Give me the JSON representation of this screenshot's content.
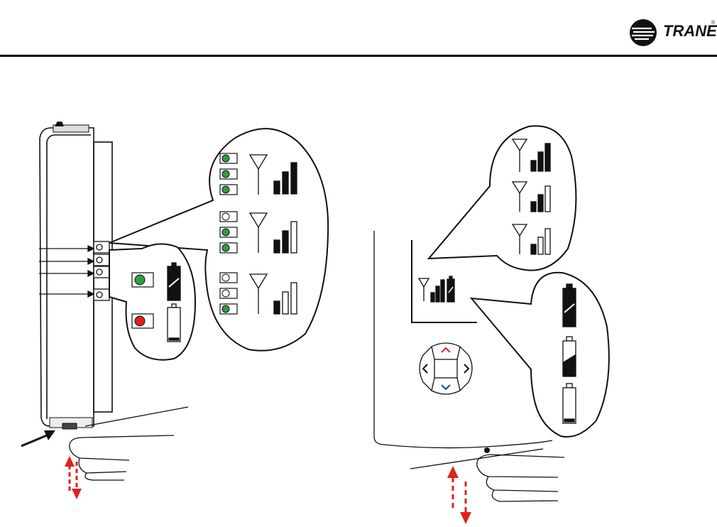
{
  "header": {
    "brand": "TRANE",
    "registered_mark": "®"
  },
  "figure": {
    "left_panel": {
      "signal_indicator_rows": [
        {
          "lit_leds": 3,
          "signal_bars": 3
        },
        {
          "lit_leds": 2,
          "signal_bars": 2
        },
        {
          "lit_leds": 1,
          "signal_bars": 1
        }
      ],
      "battery_indicators": [
        {
          "led_color": "#2e9e3e",
          "battery": "good"
        },
        {
          "led_color": "#e02020",
          "battery": "low"
        }
      ]
    },
    "right_panel": {
      "display_signal_levels": [
        3,
        2,
        1
      ],
      "display_battery_levels": [
        "full",
        "half",
        "low"
      ]
    },
    "colors": {
      "green_led": "#2e9e3e",
      "red_led": "#e02020",
      "arrow_red": "#e02020",
      "arrow_blue": "#1a3fa8"
    }
  }
}
